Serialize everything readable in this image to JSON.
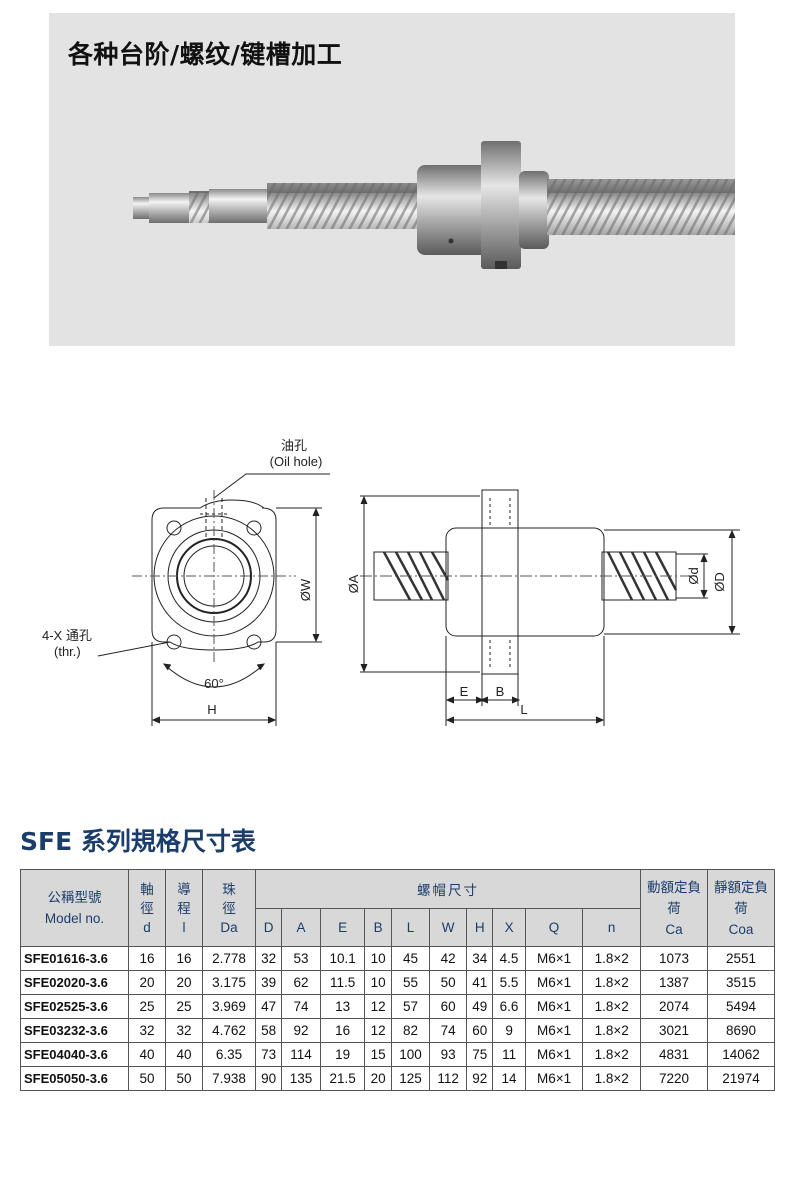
{
  "photo": {
    "title": "各种台阶/螺纹/键槽加工"
  },
  "drawing": {
    "oil_hole_cn": "油孔",
    "oil_hole_en": "(Oil hole)",
    "thru_hole_cn": "4-X 通孔",
    "thru_hole_en": "(thr.)",
    "angle": "60°",
    "dim_h": "H",
    "dim_w": "ØW",
    "dim_a": "ØA",
    "dim_e": "E",
    "dim_b": "B",
    "dim_l": "L",
    "dim_d_small": "Ød",
    "dim_d_large": "ØD"
  },
  "section": {
    "title": "SFE 系列規格尺寸表"
  },
  "table": {
    "head": {
      "model_cn": "公稱型號",
      "model_en": "Model no.",
      "d_cn": "軸徑",
      "d_sym": "d",
      "l_cn": "導程",
      "l_sym": "l",
      "da_cn": "珠徑",
      "da_sym": "Da",
      "nut_group": "螺帽尺寸",
      "ca_cn": "動額定負荷",
      "ca_sym": "Ca",
      "coa_cn": "靜額定負荷",
      "coa_sym": "Coa",
      "sub": [
        "D",
        "A",
        "E",
        "B",
        "L",
        "W",
        "H",
        "X",
        "Q",
        "n"
      ]
    },
    "rows": [
      [
        "SFE01616-3.6",
        "16",
        "16",
        "2.778",
        "32",
        "53",
        "10.1",
        "10",
        "45",
        "42",
        "34",
        "4.5",
        "M6×1",
        "1.8×2",
        "1073",
        "2551"
      ],
      [
        "SFE02020-3.6",
        "20",
        "20",
        "3.175",
        "39",
        "62",
        "11.5",
        "10",
        "55",
        "50",
        "41",
        "5.5",
        "M6×1",
        "1.8×2",
        "1387",
        "3515"
      ],
      [
        "SFE02525-3.6",
        "25",
        "25",
        "3.969",
        "47",
        "74",
        "13",
        "12",
        "57",
        "60",
        "49",
        "6.6",
        "M6×1",
        "1.8×2",
        "2074",
        "5494"
      ],
      [
        "SFE03232-3.6",
        "32",
        "32",
        "4.762",
        "58",
        "92",
        "16",
        "12",
        "82",
        "74",
        "60",
        "9",
        "M6×1",
        "1.8×2",
        "3021",
        "8690"
      ],
      [
        "SFE04040-3.6",
        "40",
        "40",
        "6.35",
        "73",
        "114",
        "19",
        "15",
        "100",
        "93",
        "75",
        "11",
        "M6×1",
        "1.8×2",
        "4831",
        "14062"
      ],
      [
        "SFE05050-3.6",
        "50",
        "50",
        "7.938",
        "90",
        "135",
        "21.5",
        "20",
        "125",
        "112",
        "92",
        "14",
        "M6×1",
        "1.8×2",
        "7220",
        "21974"
      ]
    ]
  }
}
